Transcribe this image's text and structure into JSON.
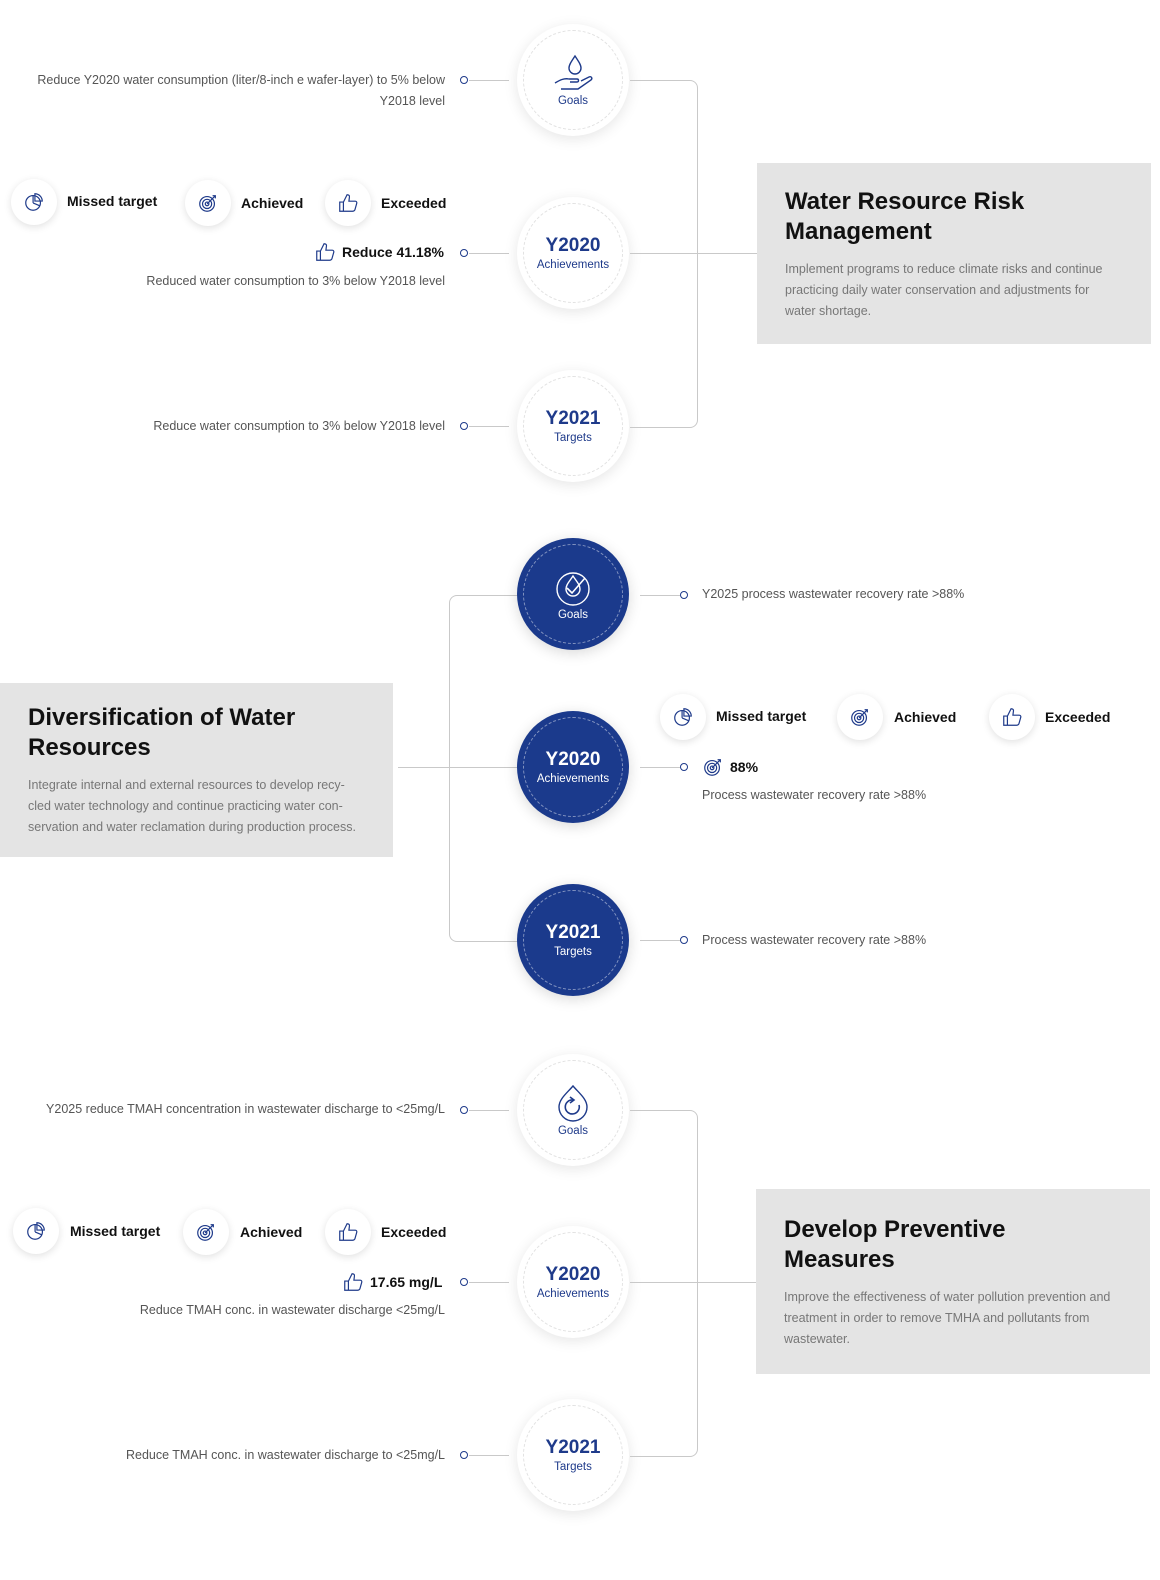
{
  "sections": [
    {
      "title": "Water Resource Risk Management",
      "description": "Implement programs to reduce climate risks and continue practicing daily water conservation and adjustments for water shortage.",
      "goal": {
        "label": "Goals",
        "text": "Reduce Y2020 water consumption (liter/8-inch e wafer-layer) to 5% below Y2018 level"
      },
      "achievement": {
        "year": "Y2020",
        "label": "Achievements",
        "result": "Reduce 41.18%",
        "text": "Reduced water consumption to 3% below Y2018 level"
      },
      "target": {
        "year": "Y2021",
        "label": "Targets",
        "text": "Reduce water consumption to 3% below Y2018 level"
      }
    },
    {
      "title": "Diversification of Water Resources",
      "description": "Integrate internal and external resources to develop recy-cled water technology and continue practicing  water con-servation and water reclamation during production process.",
      "goal": {
        "label": "Goals",
        "text": "Y2025 process wastewater recovery rate >88%"
      },
      "achievement": {
        "year": "Y2020",
        "label": "Achievements",
        "result": "88%",
        "text": "Process wastewater recovery rate >88%"
      },
      "target": {
        "year": "Y2021",
        "label": "Targets",
        "text": "Process wastewater recovery rate >88%"
      }
    },
    {
      "title": "Develop Preventive Measures",
      "description": "Improve the effectiveness of water pollution prevention and treatment in order to remove TMHA and pollutants from wastewater.",
      "goal": {
        "label": "Goals",
        "text": "Y2025 reduce TMAH concentration in wastewater discharge to <25mg/L"
      },
      "achievement": {
        "year": "Y2020",
        "label": "Achievements",
        "result": "17.65 mg/L",
        "text": "Reduce TMAH conc. in wastewater discharge <25mg/L"
      },
      "target": {
        "year": "Y2021",
        "label": "Targets",
        "text": "Reduce TMAH conc. in wastewater discharge to <25mg/L"
      }
    }
  ],
  "legend": {
    "missed": "Missed target",
    "achieved": "Achieved",
    "exceeded": "Exceeded"
  },
  "colors": {
    "navy": "#1b3a8c",
    "panel": "#e4e4e4"
  },
  "icons": [
    "water-hand-icon",
    "water-check-icon",
    "water-cycle-icon",
    "pie-chart-icon",
    "target-icon",
    "thumbs-up-icon"
  ]
}
